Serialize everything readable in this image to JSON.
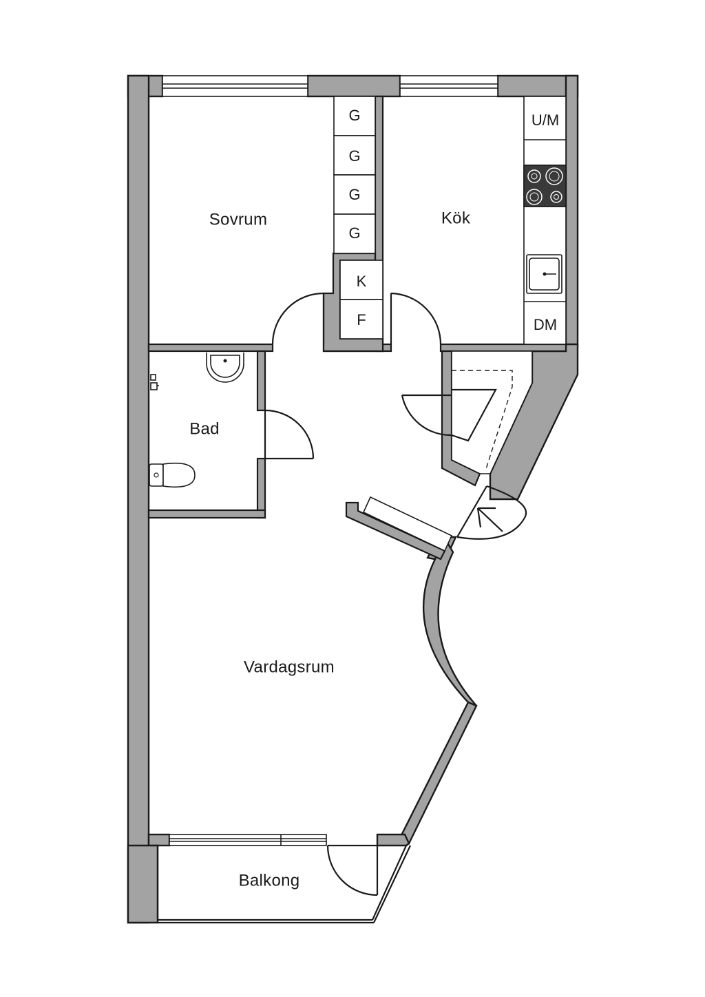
{
  "rooms": {
    "sovrum": "Sovrum",
    "kok": "Kök",
    "bad": "Bad",
    "vardagsrum": "Vardagsrum",
    "balkong": "Balkong"
  },
  "wardrobes": [
    "G",
    "G",
    "G",
    "G"
  ],
  "fridge_freezer": [
    "K",
    "F"
  ],
  "kitchen_appliances": {
    "washer_microwave": "U/M",
    "dishwasher": "DM"
  },
  "colors": {
    "wall": "#a3a3a3",
    "line": "#1a1a1a",
    "hob": "#3a3a3a"
  },
  "icons": [
    "hob-icon",
    "sink-icon",
    "washbasin-icon",
    "toilet-icon",
    "tap-icon",
    "entrance-arrow-icon"
  ]
}
